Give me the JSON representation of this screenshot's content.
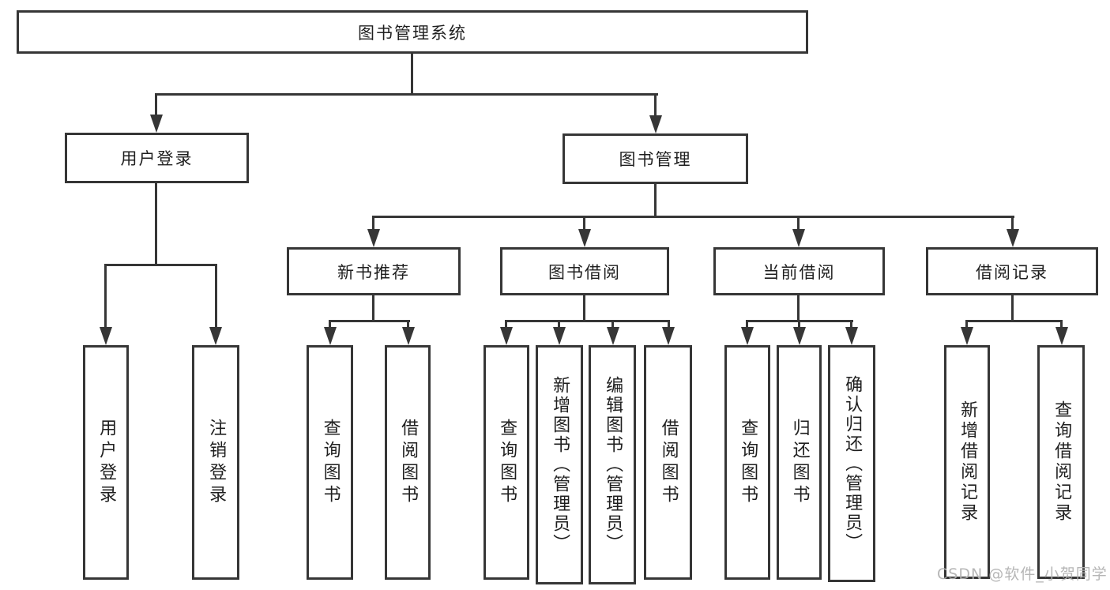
{
  "diagram": {
    "type": "tree",
    "title": "图书管理系统",
    "colors": {
      "line": "#363636",
      "box_border": "#363636",
      "text": "#1f1f1f",
      "background": "#ffffff",
      "watermark": "#b2b2b2"
    }
  },
  "tree": {
    "label": "图书管理系统",
    "children": [
      {
        "label": "用户登录",
        "children": [
          {
            "label": "用户登录"
          },
          {
            "label": "注销登录"
          }
        ]
      },
      {
        "label": "图书管理",
        "children": [
          {
            "label": "新书推荐",
            "children": [
              {
                "label": "查询图书"
              },
              {
                "label": "借阅图书"
              }
            ]
          },
          {
            "label": "图书借阅",
            "children": [
              {
                "label": "查询图书"
              },
              {
                "label": "新增图书（管理员）"
              },
              {
                "label": "编辑图书（管理员）"
              },
              {
                "label": "借阅图书"
              }
            ]
          },
          {
            "label": "当前借阅",
            "children": [
              {
                "label": "查询图书"
              },
              {
                "label": "归还图书"
              },
              {
                "label": "确认归还（管理员）"
              }
            ]
          },
          {
            "label": "借阅记录",
            "children": [
              {
                "label": "新增借阅记录"
              },
              {
                "label": "查询借阅记录"
              }
            ]
          }
        ]
      }
    ]
  },
  "watermark": {
    "text": "CSDN @软件_小贺同学"
  }
}
